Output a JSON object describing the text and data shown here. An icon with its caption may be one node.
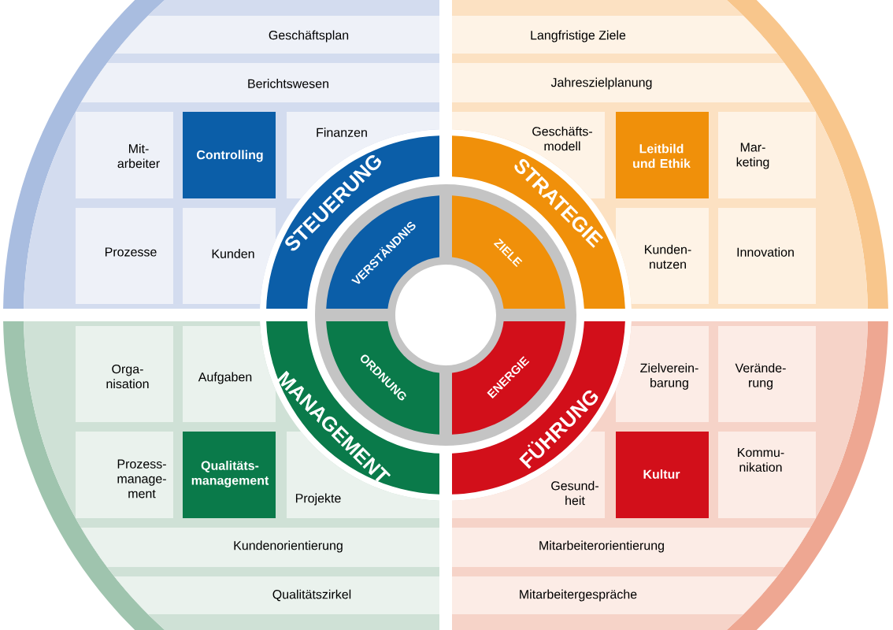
{
  "diagram": {
    "nodes": [
      {
        "text": [
          "Geschäftsplan"
        ]
      },
      {
        "text": [
          "Langfristige Ziele"
        ]
      },
      {
        "text": [
          "Berichtswesen"
        ]
      },
      {
        "text": [
          "Jahreszielplanung"
        ]
      },
      {
        "text": [
          "Mit- arbeiter"
        ]
      },
      {
        "text": [
          "Controlling"
        ]
      },
      {
        "text": [
          "Finanzen"
        ]
      },
      {
        "text": [
          "Geschäfts- modell"
        ]
      },
      {
        "text": [
          "Leitbild und Ethik"
        ]
      },
      {
        "text": [
          "Mar- keting"
        ]
      },
      {
        "text": [
          "Prozesse"
        ]
      },
      {
        "text": [
          "Kunden"
        ]
      },
      {
        "text": [
          "STEUERUNG"
        ]
      },
      {
        "text": [
          "STRATEGIE"
        ]
      },
      {
        "text": [
          "Kunden- nutzen"
        ]
      },
      {
        "text": [
          "Innovation"
        ]
      },
      {
        "text": [
          "VERSTÄNDNIS"
        ]
      },
      {
        "text": [
          "ZIELE"
        ]
      },
      {
        "text": [
          "ORDNUNG"
        ]
      },
      {
        "text": [
          "ENERGIE"
        ]
      },
      {
        "text": [
          "Orga- nisation"
        ]
      },
      {
        "text": [
          "Aufgaben"
        ]
      },
      {
        "text": [
          "MANAGEMENT"
        ]
      },
      {
        "text": [
          "FÜHRUNG"
        ]
      },
      {
        "text": [
          "Zielverein- barung"
        ]
      },
      {
        "text": [
          "Verände- rung"
        ]
      },
      {
        "text": [
          "Prozess- manage- ment"
        ]
      },
      {
        "text": [
          "Qualitäts- management"
        ]
      },
      {
        "text": [
          "Projekte"
        ]
      },
      {
        "text": [
          "Gesund- heit"
        ]
      },
      {
        "text": [
          "Kultur"
        ]
      },
      {
        "text": [
          "Kommu- nikation"
        ]
      },
      {
        "text": [
          "Kundenorientierung"
        ]
      },
      {
        "text": [
          "Mitarbeiterorientierung"
        ]
      },
      {
        "text": [
          "Qualitätszirkel"
        ]
      },
      {
        "text": [
          "Mitarbeitergespräche"
        ]
      }
    ]
  }
}
